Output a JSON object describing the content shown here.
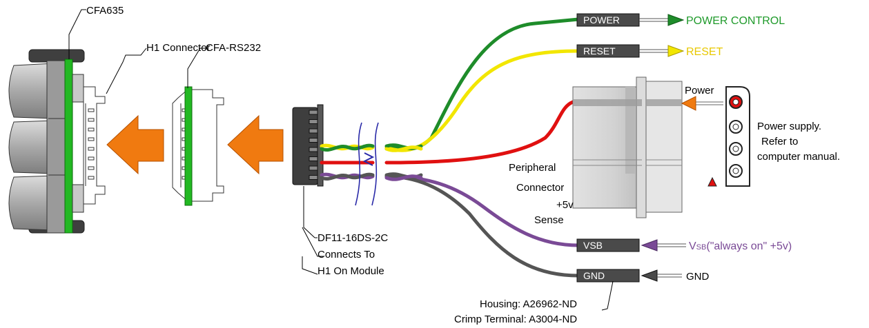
{
  "labels": {
    "cfa635": "CFA635",
    "h1_connector": "H1 Connector",
    "cfa_rs232": "CFA-RS232",
    "df11_line1": "DF11-16DS-2C",
    "df11_line2": "Connects To",
    "df11_line3": "H1 On Module",
    "peripheral_line1": "Peripheral",
    "peripheral_line2": "Connector",
    "sense_line1": "+5v",
    "sense_line2": "Sense",
    "power": "Power",
    "psu_line1": "Power supply.",
    "psu_line2": "Refer to",
    "psu_line3": "computer manual.",
    "housing": "Housing: A26962-ND",
    "crimp": "Crimp Terminal: A3004-ND"
  },
  "tags": {
    "power": "POWER",
    "reset": "RESET",
    "vsb": "VSB",
    "gnd": "GND"
  },
  "signals": {
    "power_control": "POWER CONTROL",
    "reset": "RESET",
    "vsb_prefix": "V",
    "vsb_sub": "SB",
    "vsb_rest": "(\"always on\" +5v)",
    "gnd": "GND"
  },
  "colors": {
    "green_wire": "#1e8c2a",
    "yellow_wire": "#f2e600",
    "red_wire": "#e01010",
    "purple_wire": "#7a4a96",
    "gray_wire": "#555555",
    "pcb_green": "#22b822",
    "arrow_orange": "#f07a10",
    "tag_dark": "#4a4a4a",
    "break_blue": "#2a2aa8",
    "power_control_text": "#1e9a2a",
    "reset_text": "#e8c800",
    "vsb_text": "#7a4a96"
  }
}
